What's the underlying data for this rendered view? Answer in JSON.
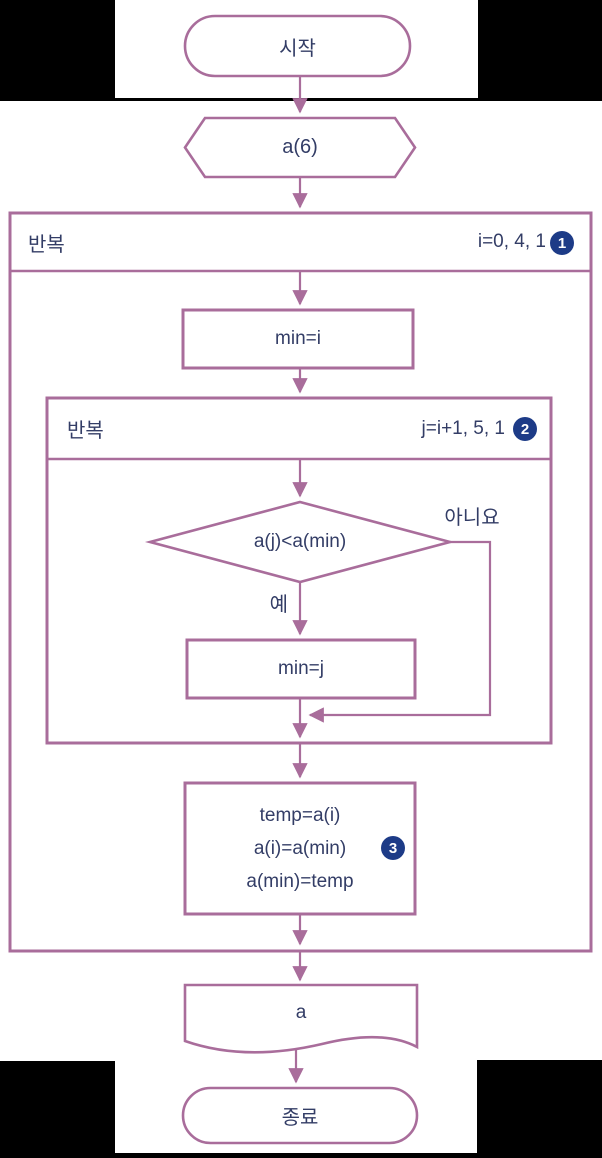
{
  "theme": {
    "line_color": "#a96d9b",
    "text_color": "#333d66",
    "badge_color": "#1d3b87",
    "badge_text_color": "#ffffff",
    "background": "#ffffff",
    "artifact_color": "#000000"
  },
  "flowchart": {
    "start": {
      "label": "시작"
    },
    "input": {
      "label": "a(6)"
    },
    "outer_loop": {
      "keyword": "반복",
      "params": "i=0, 4, 1",
      "badge": "1"
    },
    "assign_min_i": {
      "label": "min=i"
    },
    "inner_loop": {
      "keyword": "반복",
      "params": "j=i+1, 5, 1",
      "badge": "2"
    },
    "decision": {
      "label": "a(j)<a(min)",
      "no_label": "아니요",
      "yes_label": "예"
    },
    "assign_min_j": {
      "label": "min=j"
    },
    "swap": {
      "lines": [
        "temp=a(i)",
        "a(i)=a(min)",
        "a(min)=temp"
      ],
      "badge": "3"
    },
    "output": {
      "label": "a"
    },
    "end": {
      "label": "종료"
    }
  }
}
